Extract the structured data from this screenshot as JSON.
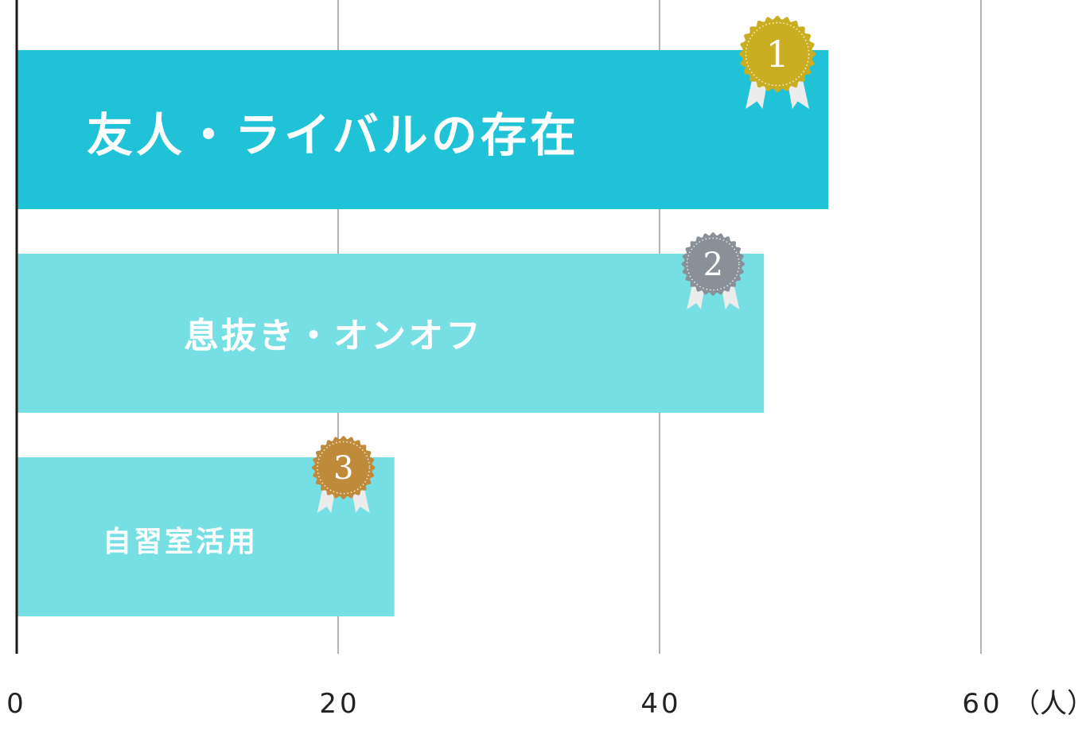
{
  "chart_data": {
    "type": "bar",
    "orientation": "horizontal",
    "categories": [
      "友人・ライバルの存在",
      "息抜き・オンオフ",
      "自習室活用"
    ],
    "values": [
      50.5,
      46.5,
      23.5
    ],
    "ranks": [
      "1",
      "2",
      "3"
    ],
    "xlim": [
      0,
      60
    ],
    "xticks": [
      "0",
      "20",
      "40",
      "60"
    ],
    "unit": "（人）",
    "grid": true,
    "colors": {
      "bar_primary": "#1fc2d6",
      "bar_secondary": "#76dfe4",
      "axis": "#231815",
      "grid": "#999999",
      "medal_gold": "#c9ae22",
      "medal_silver": "#8a9098",
      "medal_bronze": "#bf8a3a",
      "ribbon": "#ececec"
    },
    "icons": [
      "medal-rank-1-icon",
      "medal-rank-2-icon",
      "medal-rank-3-icon"
    ]
  }
}
